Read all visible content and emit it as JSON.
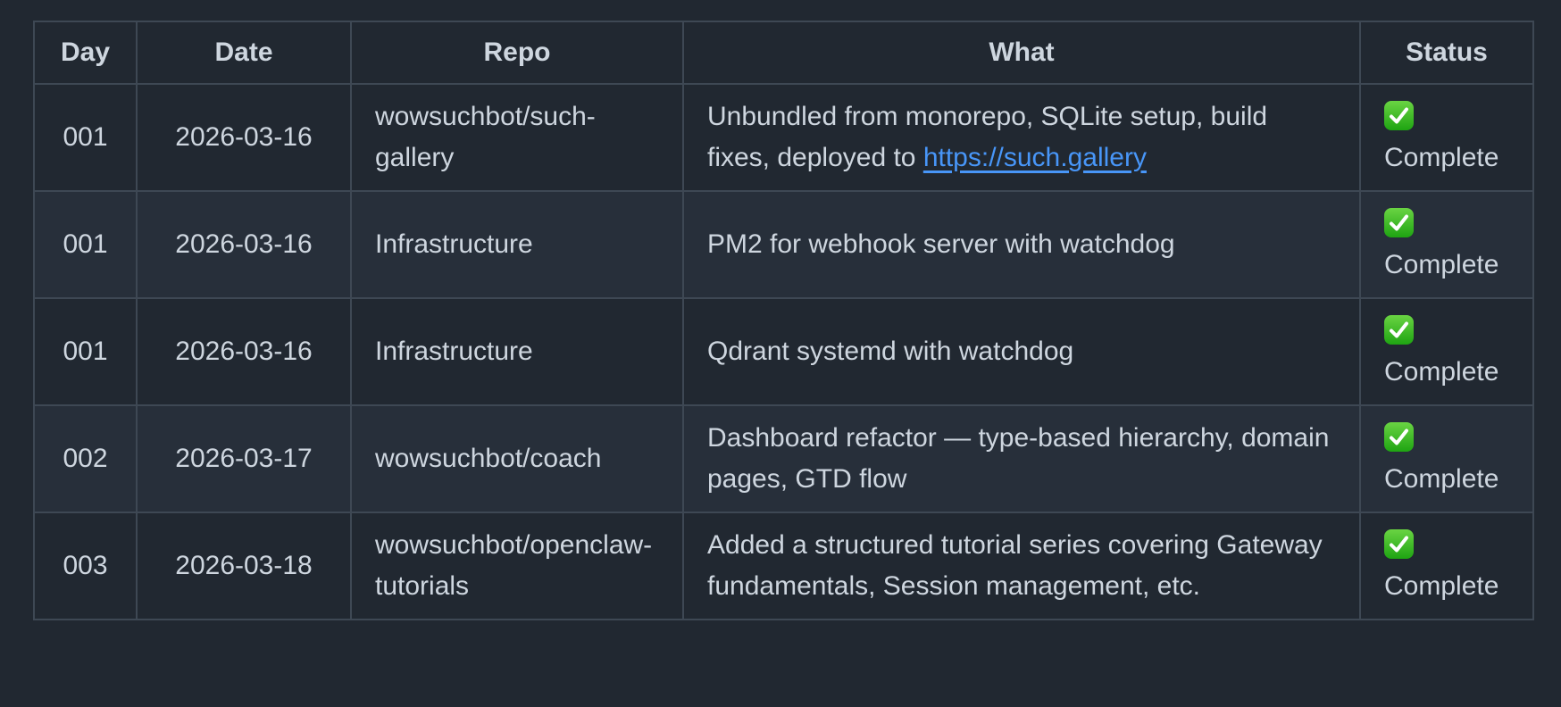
{
  "theme": {
    "page_bg": "#212831",
    "row_alt_bg": "#272f3a",
    "border_color": "#3e4854",
    "text_color": "#ced6df",
    "link_color": "#4896f8",
    "check_top": "#6ad443",
    "check_bottom": "#1ea412"
  },
  "table": {
    "headers": [
      "Day",
      "Date",
      "Repo",
      "What",
      "Status"
    ],
    "rows": [
      {
        "day": "001",
        "date": "2026-03-16",
        "repo": "wowsuchbot/such-gallery",
        "what_prefix": "Unbundled from monorepo, SQLite setup, build fixes, deployed to ",
        "link_text": "https://such.gallery",
        "status": {
          "icon": "white-check-mark",
          "label": "Complete"
        }
      },
      {
        "day": "001",
        "date": "2026-03-16",
        "repo": "Infrastructure",
        "what": "PM2 for webhook server with watchdog",
        "status": {
          "icon": "white-check-mark",
          "label": "Complete"
        }
      },
      {
        "day": "001",
        "date": "2026-03-16",
        "repo": "Infrastructure",
        "what": "Qdrant systemd with watchdog",
        "status": {
          "icon": "white-check-mark",
          "label": "Complete"
        }
      },
      {
        "day": "002",
        "date": "2026-03-17",
        "repo": "wowsuchbot/coach",
        "what": "Dashboard refactor — type-based hierarchy, domain pages, GTD flow",
        "status": {
          "icon": "white-check-mark",
          "label": "Complete"
        }
      },
      {
        "day": "003",
        "date": "2026-03-18",
        "repo": "wowsuchbot/openclaw-tutorials",
        "what": "Added a structured tutorial series covering Gateway fundamentals, Session management, etc.",
        "status": {
          "icon": "white-check-mark",
          "label": "Complete"
        }
      }
    ]
  }
}
